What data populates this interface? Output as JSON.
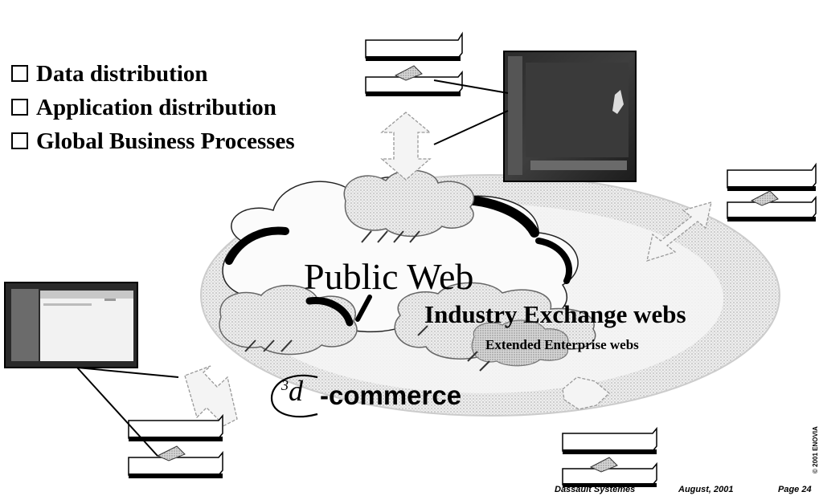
{
  "bullets": [
    "Data distribution",
    "Application distribution",
    "Global Business Processes"
  ],
  "diagram": {
    "public_web_label": "Public Web",
    "industry_label": "Industry Exchange webs",
    "extended_label": "Extended Enterprise webs",
    "logo_superscript": "3",
    "logo_letter": "d",
    "logo_suffix": "-commerce"
  },
  "footer": {
    "company": "Dassault Systemes",
    "date": "August, 2001",
    "page": "Page 24",
    "copyright": "© 2001 ENOVIA"
  }
}
